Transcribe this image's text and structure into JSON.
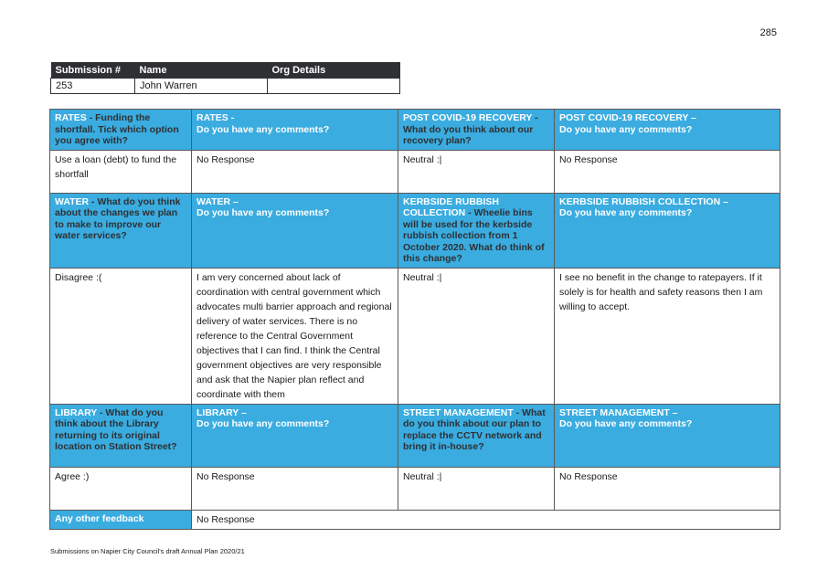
{
  "page_number": "285",
  "submission": {
    "headers": [
      "Submission #",
      "Name",
      "Org Details"
    ],
    "row": [
      "253",
      "John Warren",
      ""
    ]
  },
  "rows": {
    "rates": {
      "h1_a": "RATES",
      "h1_b": " - Funding the shortfall. Tick which option you agree with?",
      "h2_a": "RATES -",
      "h2_b": "Do you have any comments?",
      "h3_a": "POST COVID-19 RECOVERY",
      "h3_b": " - What do you think about our recovery plan?",
      "h4_a": "POST COVID-19 RECOVERY –",
      "h4_b": "Do you have any comments?",
      "d1": "Use a loan (debt) to fund the shortfall",
      "d2": "No Response",
      "d3": "Neutral :|",
      "d4": "No Response"
    },
    "water": {
      "h1_a": "WATER",
      "h1_b": " - What do you think about the changes we plan to make to improve our water services?",
      "h2_a": "WATER –",
      "h2_b": "Do you have any comments?",
      "h3_a": "KERBSIDE RUBBISH COLLECTION",
      "h3_b": " - Wheelie bins will be used for the kerbside rubbish collection from 1 October 2020. What do think of this change?",
      "h4_a": "KERBSIDE RUBBISH COLLECTION –",
      "h4_b": "Do you have any comments?",
      "d1": "Disagree :(",
      "d2": "I am very concerned about lack of coordination with central government which advocates multi barrier approach and regional delivery of water services. There is no reference to the Central Government objectives that I can find. I think the Central government objectives are very responsible and ask that the Napier plan reflect and coordinate with them",
      "d3": "Neutral :|",
      "d4": "I see no benefit in the change to ratepayers. If it solely is for health and safety reasons then I am willing to accept."
    },
    "library": {
      "h1_a": "LIBRARY",
      "h1_b": " - What do you think about the Library returning to its original location on Station Street?",
      "h2_a": "LIBRARY –",
      "h2_b": "Do you have any comments?",
      "h3_a": "STREET MANAGEMENT",
      "h3_b": " - What do you think about our plan to replace the CCTV network and bring it in-house?",
      "h4_a": "STREET MANAGEMENT –",
      "h4_b": "Do you have any comments?",
      "d1": "Agree :)",
      "d2": "No Response",
      "d3": "Neutral :|",
      "d4": "No Response"
    },
    "other": {
      "label": "Any other feedback",
      "value": "No Response"
    }
  },
  "footer": "Submissions on Napier City Council's draft Annual Plan 2020/21",
  "colors": {
    "header_blue": "#3aace0",
    "header_dark": "#2f3033"
  }
}
